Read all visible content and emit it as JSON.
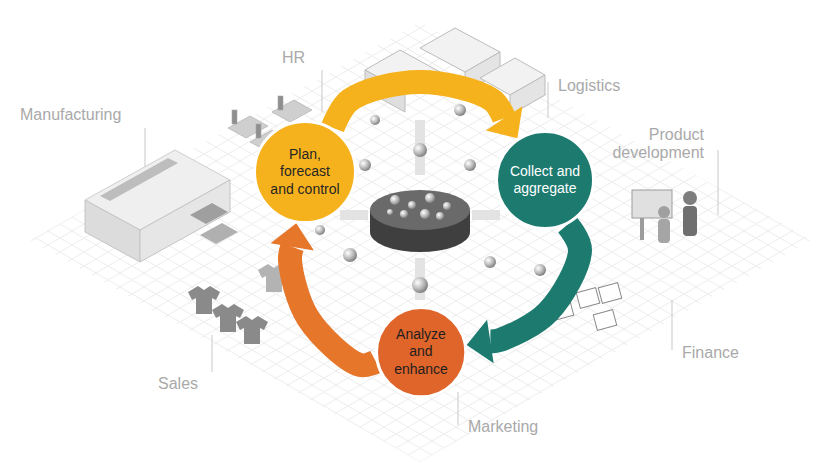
{
  "diagram": {
    "nodes": [
      {
        "text": [
          "Plan, forecast and control"
        ]
      },
      {
        "text": [
          "Collect and aggregate"
        ]
      },
      {
        "text": [
          "Analyze and enhance"
        ]
      }
    ],
    "edges": [
      {
        "from": 0,
        "to": 1,
        "arrow": "to"
      },
      {
        "from": 1,
        "to": 2,
        "arrow": "to"
      },
      {
        "from": 2,
        "to": 0,
        "arrow": "to"
      }
    ],
    "labels": [
      "HR",
      "Logistics",
      "Manufacturing",
      "Product development",
      "Finance",
      "Sales",
      "Marketing"
    ]
  }
}
